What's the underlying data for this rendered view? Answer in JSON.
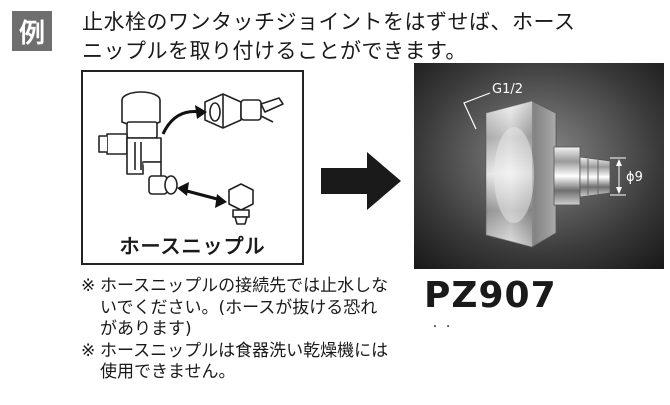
{
  "badge": "例",
  "intro": {
    "line1": "止水栓のワンタッチジョイントをはずせば、ホース",
    "line2": "ニップルを取り付けることができます。"
  },
  "illustration": {
    "label": "ホースニップル"
  },
  "photo": {
    "thread_label": "G1/2",
    "diameter_label": "ϕ9"
  },
  "model": "PZ907",
  "model_sub": "・ ・",
  "notes": [
    {
      "mark": "※",
      "text": "ホースニップルの接続先では止水しないでください。(ホースが抜ける恐れがあります)"
    },
    {
      "mark": "※",
      "text": "ホースニップルは食器洗い乾燥機には使用できません。"
    }
  ],
  "colors": {
    "badge_bg": "#6e6e6e",
    "text": "#1a1a1a",
    "arrow": "#1a1a1a"
  }
}
